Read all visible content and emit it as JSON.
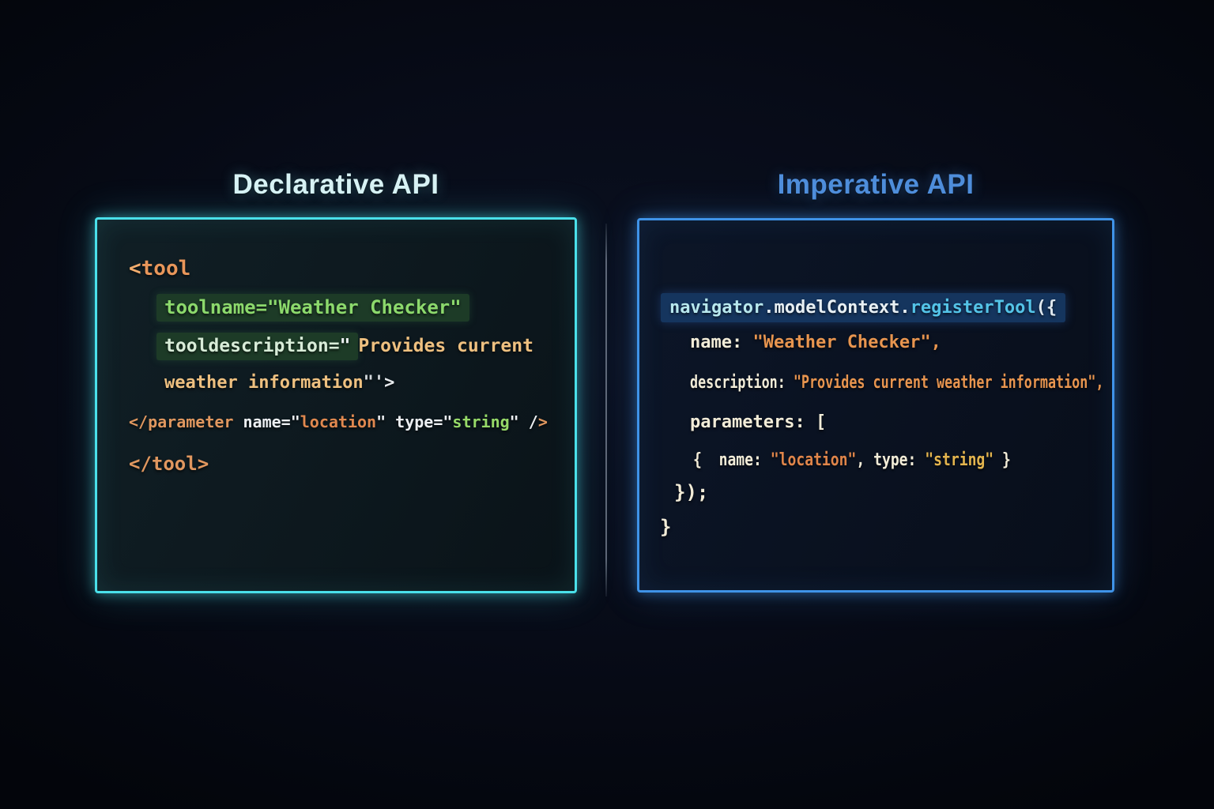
{
  "page": {
    "background_color": "#070b17",
    "divider_color": "#a5afbe"
  },
  "left_panel": {
    "title": "Declarative API",
    "title_color": "#d9f3f5",
    "border_color": "#4ae0ea",
    "highlight_color": "#1d3b27",
    "code_lines": [
      {
        "tokens": [
          {
            "t": "<",
            "c": "#f2ad6e"
          },
          {
            "t": "tool",
            "c": "#e8965a"
          }
        ]
      },
      {
        "tokens": [
          {
            "t": "toolname=\"Weather Checker\"",
            "c": "#8cd96c"
          }
        ]
      },
      {
        "tokens": [
          {
            "t": "tooldescription=",
            "c": "#d8ecd8"
          },
          {
            "t": "\"",
            "c": "#eef2f4"
          },
          {
            "t": "Provides current",
            "c": "#eec080"
          }
        ]
      },
      {
        "tokens": [
          {
            "t": "weather information",
            "c": "#eec080"
          },
          {
            "t": "\"'",
            "c": "#d2d8dc"
          },
          {
            "t": ">",
            "c": "#e8ecef"
          }
        ]
      },
      {
        "tokens": [
          {
            "t": "</parameter",
            "c": "#e0975f"
          },
          {
            "t": " name=",
            "c": "#eceff2"
          },
          {
            "t": "\"",
            "c": "#eceff2"
          },
          {
            "t": "location",
            "c": "#e0884f"
          },
          {
            "t": "\"",
            "c": "#eceff2"
          },
          {
            "t": " type=",
            "c": "#eceff2"
          },
          {
            "t": "\"",
            "c": "#eceff2"
          },
          {
            "t": "string",
            "c": "#96d968"
          },
          {
            "t": "\"",
            "c": "#eceff2"
          },
          {
            "t": " /",
            "c": "#eceff2"
          },
          {
            "t": ">",
            "c": "#e0975f"
          }
        ]
      },
      {
        "tokens": [
          {
            "t": "</tool>",
            "c": "#e0975f"
          }
        ]
      }
    ]
  },
  "right_panel": {
    "title": "Imperative API",
    "title_color": "#4f8edb",
    "border_color": "#3f93e8",
    "highlight_color": "#15355e",
    "code_lines": [
      {
        "tokens": [
          {
            "t": "navigator",
            "c": "#b8e8ee"
          },
          {
            "t": ".",
            "c": "#e8f0f4"
          },
          {
            "t": "modelContext",
            "c": "#e8f0f4"
          },
          {
            "t": ".",
            "c": "#e8f0f4"
          },
          {
            "t": "registerTool",
            "c": "#54c4e8"
          },
          {
            "t": "({",
            "c": "#dfe8ef"
          }
        ]
      },
      {
        "tokens": [
          {
            "t": "name: ",
            "c": "#f2ecd8"
          },
          {
            "t": "\"Weather Checker\",",
            "c": "#e8954f"
          }
        ]
      },
      {
        "tokens": [
          {
            "t": "description: ",
            "c": "#f2ecd8"
          },
          {
            "t": "\"Provides current weather information\",",
            "c": "#e8954f"
          }
        ]
      },
      {
        "tokens": [
          {
            "t": "parameters: [",
            "c": "#f2ecd8"
          }
        ]
      },
      {
        "tokens": [
          {
            "t": "{  name: ",
            "c": "#f2ecd8"
          },
          {
            "t": "\"location\"",
            "c": "#e0854a"
          },
          {
            "t": ", type: ",
            "c": "#f2ecd8"
          },
          {
            "t": "\"string\"",
            "c": "#e3b44e"
          },
          {
            "t": " }",
            "c": "#f2ecd8"
          }
        ]
      },
      {
        "tokens": [
          {
            "t": "});",
            "c": "#f2ecd8"
          }
        ]
      },
      {
        "tokens": [
          {
            "t": "}",
            "c": "#f2ecd8"
          }
        ]
      }
    ]
  }
}
